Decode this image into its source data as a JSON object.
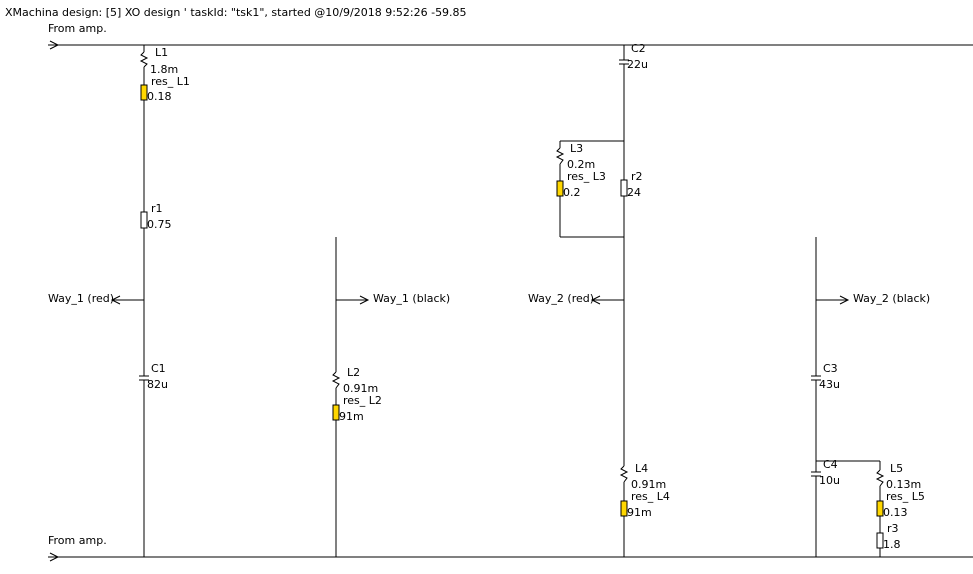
{
  "title": "XMachina design: [5] XO design ' taskId: \"tsk1\", started @10/9/2018 9:52:26 -59.85",
  "labels": {
    "from_amp_top": "From amp.",
    "from_amp_bottom": "From amp.",
    "way1_red": "Way_1 (red)",
    "way1_black": "Way_1 (black)",
    "way2_red": "Way_2 (red)",
    "way2_black": "Way_2 (black)"
  },
  "components": {
    "L1": {
      "name": "L1",
      "value": "1.8m",
      "res_name": "res_ L1",
      "res_value": "0.18"
    },
    "r1": {
      "name": "r1",
      "value": "0.75"
    },
    "C1": {
      "name": "C1",
      "value": "82u"
    },
    "L2": {
      "name": "L2",
      "value": "0.91m",
      "res_name": "res_ L2",
      "res_value": "91m"
    },
    "C2": {
      "name": "C2",
      "value": "22u"
    },
    "L3": {
      "name": "L3",
      "value": "0.2m",
      "res_name": "res_ L3",
      "res_value": "0.2"
    },
    "r2": {
      "name": "r2",
      "value": "24"
    },
    "L4": {
      "name": "L4",
      "value": "0.91m",
      "res_name": "res_ L4",
      "res_value": "91m"
    },
    "C3": {
      "name": "C3",
      "value": "43u"
    },
    "C4": {
      "name": "C4",
      "value": "10u"
    },
    "L5": {
      "name": "L5",
      "value": "0.13m",
      "res_name": "res_ L5",
      "res_value": "0.13"
    },
    "r3": {
      "name": "r3",
      "value": "1.8"
    }
  },
  "colors": {
    "wire": "#000000",
    "resistor_fill": "#ffffff",
    "inductor_resistance_fill": "#ffd700"
  }
}
